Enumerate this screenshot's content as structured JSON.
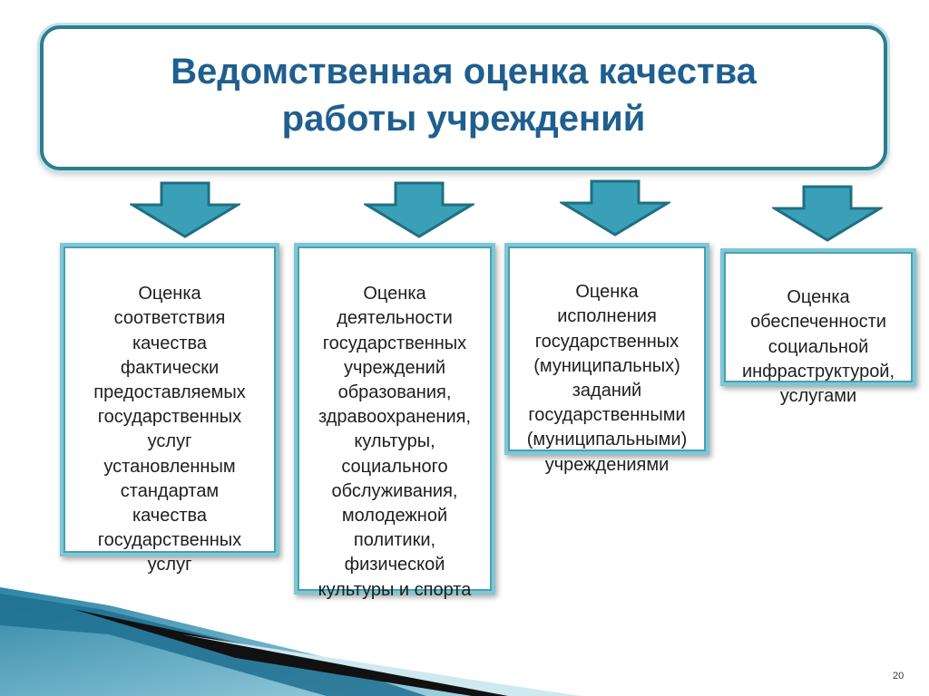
{
  "title": "Ведомственная оценка качества\nработы учреждений",
  "cards": [
    {
      "text": "Оценка\nсоответствия\nкачества\nфактически\nпредоставляемых\nгосударственных\nуслуг\nустановленным\nстандартам\nкачества\nгосударственных\nуслуг"
    },
    {
      "text": "Оценка\nдеятельности\nгосударственных\nучреждений\nобразования,\nздравоохранения,\nкультуры,\nсоциального\nобслуживания,\nмолодежной\nполитики,\nфизической\nкультуры и спорта"
    },
    {
      "text": "Оценка\nисполнения\nгосударственных\n(муниципальных)\nзаданий\nгосударственными\n(муниципальными)\nучреждениями"
    },
    {
      "text": "Оценка\nобеспеченности\nсоциальной\nинфраструктурой,\nуслугами"
    }
  ],
  "page_number": "20",
  "colors": {
    "title_text": "#1f5f8f",
    "title_border": "#2e7d8c",
    "arrow_fill": "#3aa0b8",
    "card_border": "#7fc7d4"
  }
}
